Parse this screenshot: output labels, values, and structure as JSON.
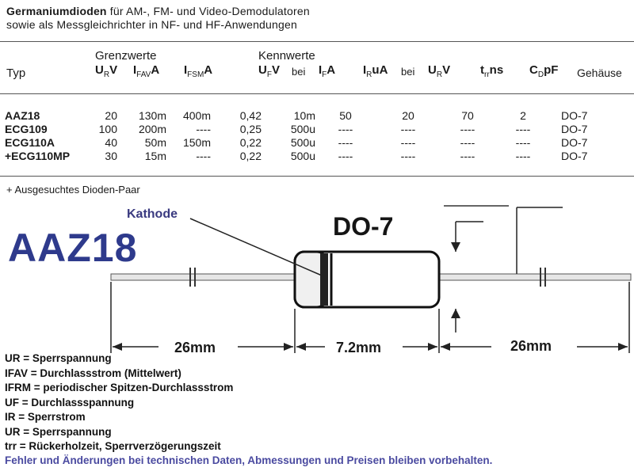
{
  "intro": {
    "line1_bold": "Germaniumdioden",
    "line1_rest": " für AM-, FM- und Video-Demodulatoren",
    "line2": "sowie als Messgleichrichter in NF- und HF-Anwendungen"
  },
  "headers": {
    "typ": "Typ",
    "grenzwerte": "Grenzwerte",
    "kennwerte": "Kennwerte",
    "bei": "bei",
    "gehaeuse": "Gehäuse",
    "ur": {
      "main": "U",
      "sub": "R",
      "unit": "V"
    },
    "ifav": {
      "main": "I",
      "sub": "FAV",
      "unit": "A"
    },
    "ifsm": {
      "main": "I",
      "sub": "FSM",
      "unit": "A"
    },
    "uf": {
      "main": "U",
      "sub": "F",
      "unit": "V"
    },
    "if": {
      "main": "I",
      "sub": "F",
      "unit": "A"
    },
    "ir": {
      "main": "I",
      "sub": "R",
      "unit": "uA"
    },
    "ur2": {
      "main": "U",
      "sub": "R",
      "unit": "V"
    },
    "trr": {
      "main": "t",
      "sub": "rr",
      "unit": "ns"
    },
    "cd": {
      "main": "C",
      "sub": "D",
      "unit": "pF"
    }
  },
  "rows": [
    {
      "typ": "AAZ18",
      "ur": "20",
      "ifav": "130m",
      "ifsm": "400m",
      "uf": "0,42",
      "if": "10m",
      "ir": "50",
      "ur2": "20",
      "trr": "70",
      "cd": "2",
      "case": "DO-7"
    },
    {
      "typ": "ECG109",
      "ur": "100",
      "ifav": "200m",
      "ifsm": "----",
      "uf": "0,25",
      "if": "500u",
      "ir": "----",
      "ur2": "----",
      "trr": "----",
      "cd": "----",
      "case": "DO-7"
    },
    {
      "typ": "ECG110A",
      "ur": "40",
      "ifav": "50m",
      "ifsm": "150m",
      "uf": "0,22",
      "if": "500u",
      "ir": "----",
      "ur2": "----",
      "trr": "----",
      "cd": "----",
      "case": "DO-7"
    },
    {
      "typ": "+ECG110MP",
      "ur": "30",
      "ifav": "15m",
      "ifsm": "----",
      "uf": "0,22",
      "if": "500u",
      "ir": "----",
      "ur2": "----",
      "trr": "----",
      "cd": "----",
      "case": "DO-7"
    }
  ],
  "footnote": "+  Ausgesuchtes Dioden-Paar",
  "drawing": {
    "part": "AAZ18",
    "kathode": "Kathode",
    "package": "DO-7",
    "dim_left": "26mm",
    "dim_body": "7.2mm",
    "dim_right": "26mm"
  },
  "legend": [
    "UR = Sperrspannung",
    "IFAV = Durchlassstrom (Mittelwert)",
    "IFRM = periodischer Spitzen-Durchlassstrom",
    "UF = Durchlassspannung",
    "IR = Sperrstrom",
    "UR = Sperrspannung",
    "trr = Rückerholzeit, Sperrverzögerungszeit"
  ],
  "disclaimer": "Fehler und Änderungen bei technischen Daten, Abmessungen und Preisen bleiben vorbehalten.",
  "colors": {
    "accent": "#2e3a8c",
    "text": "#1a1a1a"
  }
}
